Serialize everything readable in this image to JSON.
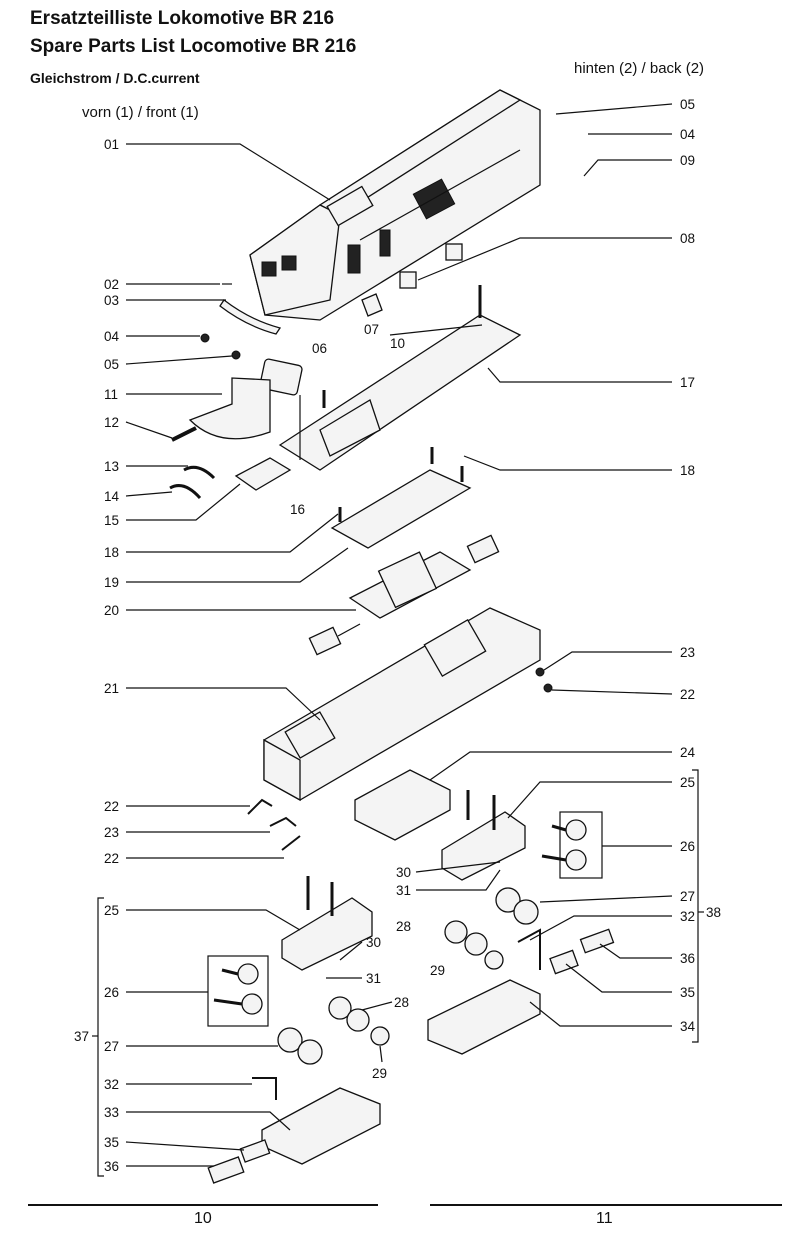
{
  "header": {
    "title_de": "Ersatzteilliste Lokomotive BR 216",
    "title_en": "Spare Parts List Locomotive BR 216",
    "subtitle": "Gleichstrom / D.C.current"
  },
  "orientation": {
    "front": "vorn (1) / front (1)",
    "back": "hinten (2) / back (2)"
  },
  "callouts": {
    "c01": "01",
    "c02": "02",
    "c03": "03",
    "c04L": "04",
    "c05L": "05",
    "c06": "06",
    "c07": "07",
    "c10": "10",
    "c11": "11",
    "c12": "12",
    "c13": "13",
    "c14": "14",
    "c15": "15",
    "c16": "16",
    "c18L": "18",
    "c19": "19",
    "c20": "20",
    "c21": "21",
    "c22a": "22",
    "c23a": "23",
    "c22b": "22",
    "c05R": "05",
    "c04R": "04",
    "c09": "09",
    "c08": "08",
    "c17": "17",
    "c18R": "18",
    "c23R": "23",
    "c22R": "22",
    "c24": "24",
    "c25R": "25",
    "c26R": "26",
    "c30R": "30",
    "c31R": "31",
    "c27R": "27",
    "c28R": "28",
    "c29R": "29",
    "c32R": "32",
    "c36R": "36",
    "c35R": "35",
    "c34": "34",
    "c38": "38",
    "c25L": "25",
    "c30L": "30",
    "c31L": "31",
    "c26L": "26",
    "c28L": "28",
    "c27L": "27",
    "c29L": "29",
    "c37": "37",
    "c32L": "32",
    "c33": "33",
    "c35L": "35",
    "c36L": "36"
  },
  "footer": {
    "page_left": "10",
    "page_right": "11"
  }
}
